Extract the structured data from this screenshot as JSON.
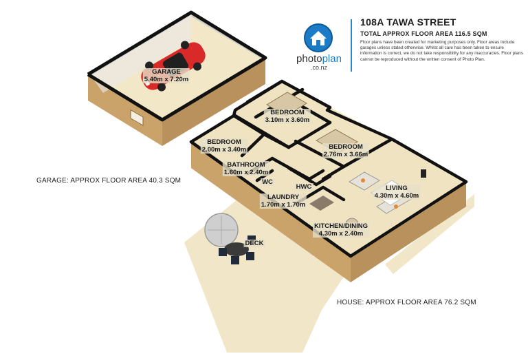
{
  "header": {
    "address": "108A TAWA STREET",
    "total_area": "TOTAL APPROX FLOOR AREA 116.5 SQM",
    "disclaimer": "Floor plans have been created for marketing purposes only. Floor areas include garages unless stated otherwise. Whilst all care has been taken to ensure information is correct, we do not take responsibility for any inaccuracies. Floor plans cannot be reproduced without the written consent of Photo Plan."
  },
  "logo": {
    "name": "photoplan",
    "domain": ".co.nz",
    "icon": "house-icon",
    "accent_color": "#1b7bc6"
  },
  "captions": {
    "garage_area": "GARAGE: APPROX FLOOR AREA 40.3 SQM",
    "house_area": "HOUSE: APPROX FLOOR AREA 76.2 SQM"
  },
  "rooms": {
    "garage": {
      "name": "GARAGE",
      "size": "5.40m x 7.20m"
    },
    "bedroom1": {
      "name": "BEDROOM",
      "size": "3.10m x 3.60m"
    },
    "bedroom2": {
      "name": "BEDROOM",
      "size": "2.00m x 3.40m"
    },
    "bedroom3": {
      "name": "BEDROOM",
      "size": "2.76m x 3.66m"
    },
    "bathroom": {
      "name": "BATHROOM",
      "size": "1.60m x 2.40m"
    },
    "wc": {
      "name": "WC"
    },
    "hwc": {
      "name": "HWC"
    },
    "laundry": {
      "name": "LAUNDRY",
      "size": "1.70m x 1.70m"
    },
    "living": {
      "name": "LIVING",
      "size": "4.30m x 4.60m"
    },
    "kitchen": {
      "name": "KITCHEN/DINING",
      "size": "4.30m x 2.40m"
    },
    "deck": {
      "name": "DECK"
    }
  },
  "colors": {
    "wall_top": "#111111",
    "wall_side": "#c9a56f",
    "floor": "#efe3c2",
    "grass": "#f0e4c4",
    "car": "#d92a2a"
  }
}
